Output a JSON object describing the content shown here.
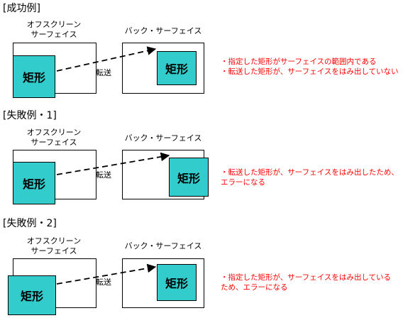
{
  "labels": {
    "offscreen_line1": "オフスクリーン",
    "offscreen_line2": "サーフェイス",
    "back_surface": "バック・サーフェイス",
    "transfer": "転送",
    "rect": "矩形"
  },
  "sections": [
    {
      "title": "[成功例]",
      "notes": [
        "・指定した矩形がサーフェイスの範囲内である",
        "・転送した矩形が、サーフェイスをはみ出していない"
      ]
    },
    {
      "title": "[失敗例・1]",
      "notes": [
        "・転送した矩形が、サーフェイスをはみ出したため、",
        "エラーになる"
      ]
    },
    {
      "title": "[失敗例・2]",
      "notes": [
        "・指定した矩形が、サーフェイスをはみ出している",
        "ため、エラーになる"
      ]
    }
  ],
  "colors": {
    "rect_fill": "#33cccc",
    "note_text": "#ff0000"
  }
}
